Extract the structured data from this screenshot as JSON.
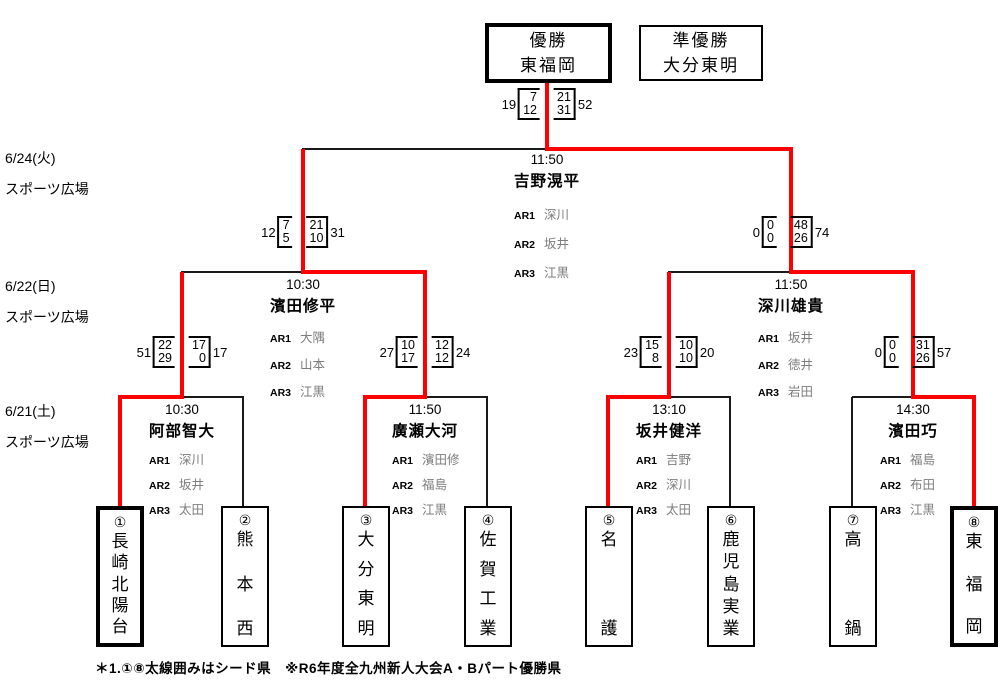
{
  "header": {
    "champion": {
      "label": "優勝",
      "team": "東福岡"
    },
    "runner_up": {
      "label": "準優勝",
      "team": "大分東明"
    }
  },
  "schedule": [
    {
      "date": "6/24(火)",
      "venue": "スポーツ広場"
    },
    {
      "date": "6/22(日)",
      "venue": "スポーツ広場"
    },
    {
      "date": "6/21(土)",
      "venue": "スポーツ広場"
    }
  ],
  "labels": {
    "ar1": "AR1",
    "ar2": "AR2",
    "ar3": "AR3"
  },
  "matches": {
    "final": {
      "time": "11:50",
      "referee": "吉野滉平",
      "ar1": "深川",
      "ar2": "坂井",
      "ar3": "江黒",
      "score": {
        "left_total": "19",
        "left_h1": "7",
        "left_h2": "12",
        "right_h1": "21",
        "right_h2": "31",
        "right_total": "52"
      }
    },
    "sf1": {
      "time": "10:30",
      "referee": "濱田修平",
      "ar1": "大隅",
      "ar2": "山本",
      "ar3": "江黒",
      "score": {
        "left_total": "12",
        "left_h1": "7",
        "left_h2": "5",
        "right_h1": "21",
        "right_h2": "10",
        "right_total": "31"
      }
    },
    "sf2": {
      "time": "11:50",
      "referee": "深川雄貴",
      "ar1": "坂井",
      "ar2": "徳井",
      "ar3": "岩田",
      "score": {
        "left_total": "0",
        "left_h1": "0",
        "left_h2": "0",
        "right_h1": "48",
        "right_h2": "26",
        "right_total": "74"
      }
    },
    "qf1": {
      "time": "10:30",
      "referee": "阿部智大",
      "ar1": "深川",
      "ar2": "坂井",
      "ar3": "太田",
      "score": {
        "left_total": "51",
        "left_h1": "22",
        "left_h2": "29",
        "right_h1": "17",
        "right_h2": "0",
        "right_total": "17"
      }
    },
    "qf2": {
      "time": "11:50",
      "referee": "廣瀬大河",
      "ar1": "濱田修",
      "ar2": "福島",
      "ar3": "江黒",
      "score": {
        "left_total": "27",
        "left_h1": "10",
        "left_h2": "17",
        "right_h1": "12",
        "right_h2": "12",
        "right_total": "24"
      }
    },
    "qf3": {
      "time": "13:10",
      "referee": "坂井健洋",
      "ar1": "吉野",
      "ar2": "深川",
      "ar3": "太田",
      "score": {
        "left_total": "23",
        "left_h1": "15",
        "left_h2": "8",
        "right_h1": "10",
        "right_h2": "10",
        "right_total": "20"
      }
    },
    "qf4": {
      "time": "14:30",
      "referee": "濱田巧",
      "ar1": "福島",
      "ar2": "布田",
      "ar3": "江黒",
      "score": {
        "left_total": "0",
        "left_h1": "0",
        "left_h2": "0",
        "right_h1": "31",
        "right_h2": "26",
        "right_total": "57"
      }
    }
  },
  "teams": [
    {
      "seed": "①",
      "name": "長崎北陽台",
      "seeded": true
    },
    {
      "seed": "②",
      "name": "熊本西",
      "seeded": false
    },
    {
      "seed": "③",
      "name": "大分東明",
      "seeded": false
    },
    {
      "seed": "④",
      "name": "佐賀工業",
      "seeded": false
    },
    {
      "seed": "⑤",
      "name": "名護",
      "seeded": false
    },
    {
      "seed": "⑥",
      "name": "鹿児島実業",
      "seeded": false
    },
    {
      "seed": "⑦",
      "name": "高鍋",
      "seeded": false
    },
    {
      "seed": "⑧",
      "name": "東福岡",
      "seeded": true
    }
  ],
  "footer": {
    "note": "＊1.①⑧太線囲みはシード県　※R6年度全九州新人大会A・Bパート優勝県"
  },
  "colors": {
    "winner_path": "#ff0000",
    "line": "#1a1a1a",
    "ar_name": "#7d7d7d"
  }
}
